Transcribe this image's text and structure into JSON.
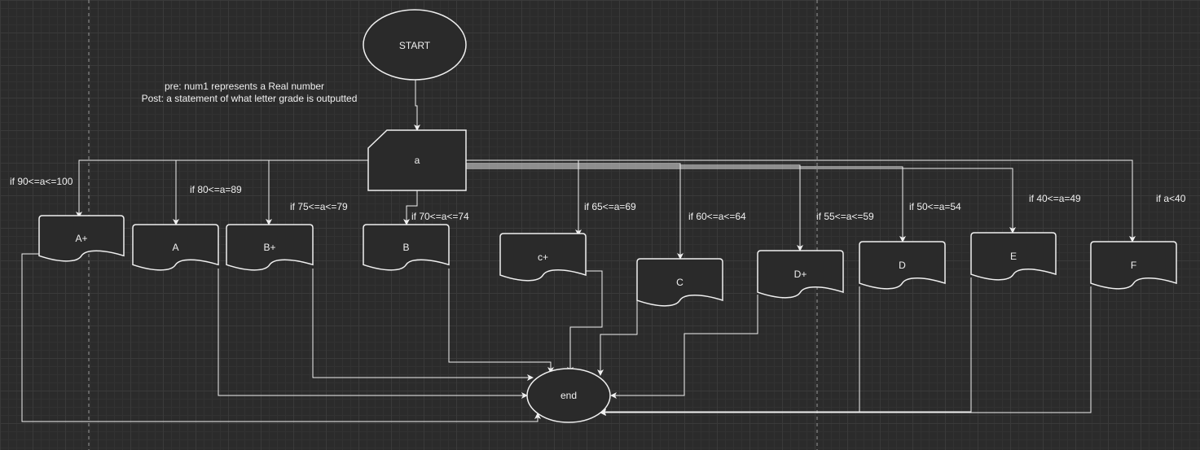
{
  "start": {
    "label": "START"
  },
  "input": {
    "label": "a"
  },
  "end": {
    "label": "end"
  },
  "note": {
    "pre": "pre: num1 represents a Real number",
    "post": "Post: a statement of what letter grade is outputted"
  },
  "outputs": [
    {
      "label": "A+",
      "condition": "if 90<=a<=100"
    },
    {
      "label": "A",
      "condition": "if 80<=a=89"
    },
    {
      "label": "B+",
      "condition": "if 75<=a<=79"
    },
    {
      "label": "B",
      "condition": "if 70<=a<=74"
    },
    {
      "label": "c+",
      "condition": "if 65<=a=69"
    },
    {
      "label": "C",
      "condition": "if 60<=a<=64"
    },
    {
      "label": "D+",
      "condition": "if 55<=a<=59"
    },
    {
      "label": "D",
      "condition": "if 50<=a=54"
    },
    {
      "label": "E",
      "condition": "if 40<=a=49"
    },
    {
      "label": "F",
      "condition": "if a<40"
    }
  ]
}
